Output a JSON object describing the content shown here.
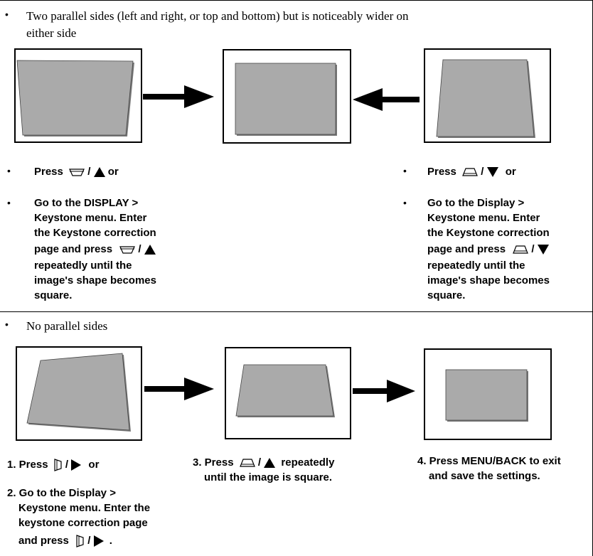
{
  "section1": {
    "bullet": "•",
    "heading_line1": "Two parallel sides (left and right, or top and bottom) but is noticeably wider on",
    "heading_line2": "either side",
    "left": {
      "press_label": "Press",
      "press_sep": "/",
      "press_or": "or",
      "goto_lines": [
        "Go to the DISPLAY >",
        "Keystone menu. Enter",
        "the Keystone correction",
        "page and press",
        "repeatedly until the",
        "image's shape becomes",
        "square."
      ],
      "goto_sep": "/"
    },
    "right": {
      "press_label": "Press",
      "press_sep": "/",
      "press_or": "or",
      "goto_lines": [
        "Go to the Display >",
        "Keystone menu. Enter",
        "the Keystone correction",
        "page and press",
        "repeatedly until the",
        "image's shape becomes",
        "square."
      ],
      "goto_sep": "/"
    }
  },
  "section2": {
    "bullet": "•",
    "heading": "No parallel sides",
    "step1": {
      "prefix": "1. Press",
      "sep": "/",
      "suffix": "or"
    },
    "step2": {
      "lines": [
        "2. Go to the Display >",
        "Keystone menu. Enter the",
        "keystone correction page",
        "and press"
      ],
      "sep": "/",
      "end": "."
    },
    "step3": {
      "prefix": "3. Press",
      "sep": "/",
      "suffix": "repeatedly",
      "line2": "until the image is square."
    },
    "step4": {
      "line1": "4. Press MENU/BACK to exit",
      "line2": "and save the settings."
    }
  },
  "colors": {
    "shape_fill": "#aaaaaa",
    "line": "#000000",
    "background": "#ffffff"
  }
}
